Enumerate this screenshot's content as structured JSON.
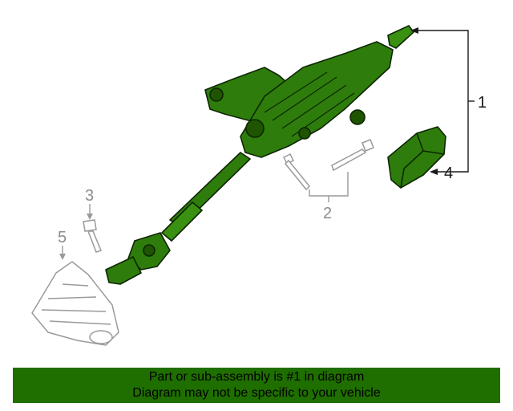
{
  "callouts": {
    "c1": "1",
    "c2": "2",
    "c3": "3",
    "c4": "4",
    "c5": "5"
  },
  "banner": {
    "line1": "Part or sub-assembly is #1 in diagram",
    "line2": "Diagram may not be specific to your vehicle"
  },
  "colors": {
    "highlight": "#2e7d0c",
    "highlight_dark": "#1f5400",
    "banner_bg": "#1f6e00",
    "ghost": "#9a9a9a"
  }
}
